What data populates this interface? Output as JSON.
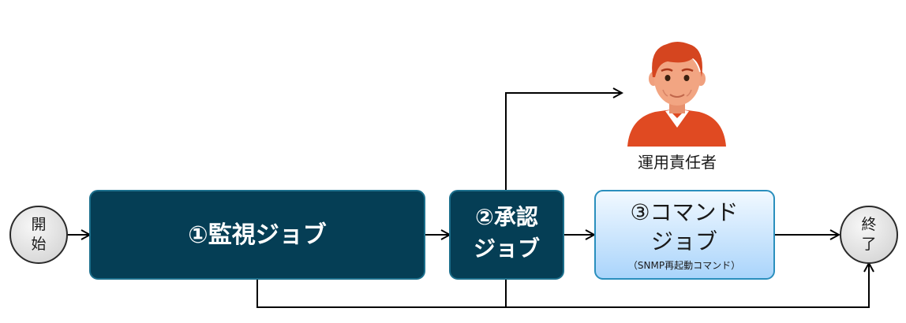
{
  "start": {
    "line1": "開",
    "line2": "始"
  },
  "end": {
    "line1": "終",
    "line2": "了"
  },
  "job1": {
    "label": "①監視ジョブ"
  },
  "job2": {
    "line1": "②承認",
    "line2": "ジョブ"
  },
  "job3": {
    "line1": "③コマンド",
    "line2": "ジョブ",
    "sub": "（SNMP再起動コマンド）"
  },
  "person": {
    "label": "運用責任者"
  },
  "colors": {
    "dark_box": "#053e55",
    "dark_box_border": "#1c6f8c",
    "light_box_top": "#f0f8ff",
    "light_box_bottom": "#a8d3fb",
    "light_box_border": "#2a8fbd",
    "circle_fill": "#e6e6e6",
    "line": "#000000",
    "person_hair": "#d5451f",
    "person_skin": "#f0a07e",
    "person_suit": "#e04a22"
  },
  "icons": {
    "person": "person-icon"
  }
}
